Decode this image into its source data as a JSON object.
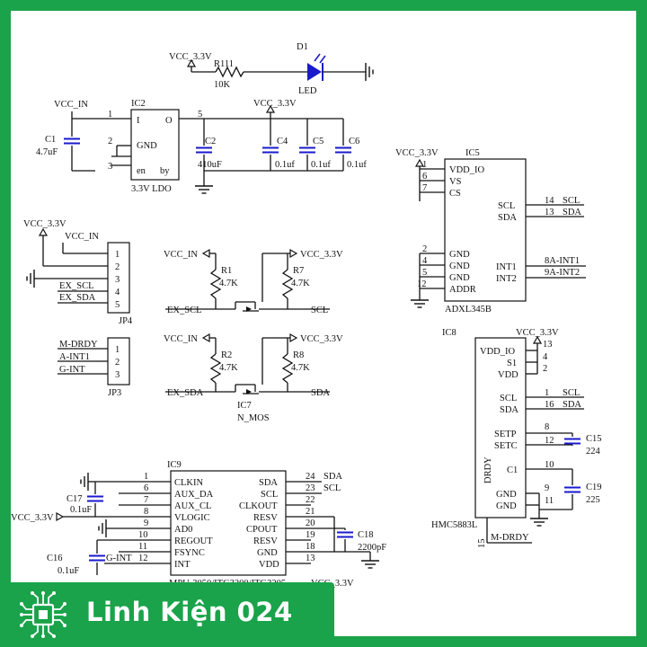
{
  "banner": {
    "title": "Linh Kiện 024",
    "logo_icon": "chip-circuit-icon",
    "color": "#1aa34a"
  },
  "labels": {
    "vcc33": "VCC_3.3V",
    "vccin": "VCC_IN",
    "r111": "R111",
    "r111_val": "10K",
    "d1": "D1",
    "led": "LED",
    "ic2": "IC2",
    "ic2_i": "I",
    "ic2_o": "O",
    "ic2_gnd": "GND",
    "ic2_en": "en",
    "ic2_by": "by",
    "ldo": "3.3V  LDO",
    "c1": "C1",
    "c1_val": "4.7uF",
    "c2": "C2",
    "c2_val": "410uF",
    "c4": "C4",
    "c5": "C5",
    "c6": "C6",
    "cap01": "0.1uf",
    "pin1": "1",
    "pin2": "2",
    "pin3": "3",
    "pin4": "4",
    "pin5": "5",
    "pin6": "6",
    "pin7": "7",
    "pin8": "8",
    "pin9": "9",
    "pin10": "10",
    "pin11": "11",
    "pin12": "12",
    "pin13": "13",
    "pin14": "14",
    "pin15": "15",
    "pin16": "16",
    "pin18": "18",
    "pin19": "19",
    "pin20": "20",
    "pin21": "21",
    "pin22": "22",
    "pin23": "23",
    "pin24": "24",
    "jp4": "JP4",
    "jp3": "JP3",
    "ex_scl": "EX_SCL",
    "ex_sda": "EX_SDA",
    "m_drdy": "M-DRDY",
    "a_int1": "A-INT1",
    "g_int": "G-INT",
    "r1": "R1",
    "r2": "R2",
    "r7": "R7",
    "r8": "R8",
    "r47k": "4.7K",
    "scl": "SCL",
    "sda": "SDA",
    "ic7": "IC7",
    "n_mos": "N_MOS",
    "ic5": "IC5",
    "vdd_io": "VDD_IO",
    "vs": "VS",
    "cs": "CS",
    "gnd": "GND",
    "addr": "ADDR",
    "int1": "INT1",
    "int2": "INT2",
    "adxl": "ADXL345B",
    "a8_int1": "8A-INT1",
    "a9_int2": "9A-INT2",
    "ic8": "IC8",
    "s1": "S1",
    "vdd": "VDD",
    "setp": "SETP",
    "setc": "SETC",
    "c1pin": "C1",
    "drdy": "DRDY",
    "hmc": "HMC5883L",
    "c15": "C15",
    "c15_val": "224",
    "c19": "C19",
    "c19_val": "225",
    "ic9": "IC9",
    "clkin": "CLKIN",
    "aux_da": "AUX_DA",
    "aux_cl": "AUX_CL",
    "vlogic": "VLOGIC",
    "ad0": "AD0",
    "regout": "REGOUT",
    "fsync": "FSYNC",
    "int": "INT",
    "clkout": "CLKOUT",
    "resv": "RESV",
    "cpout": "CPOUT",
    "c17": "C17",
    "c16": "C16",
    "c18": "C18",
    "c18_val": "2200pF",
    "cap_01uf": "0.1uF",
    "mpu": "MPU-3050/ITG3200/ITG3205"
  }
}
